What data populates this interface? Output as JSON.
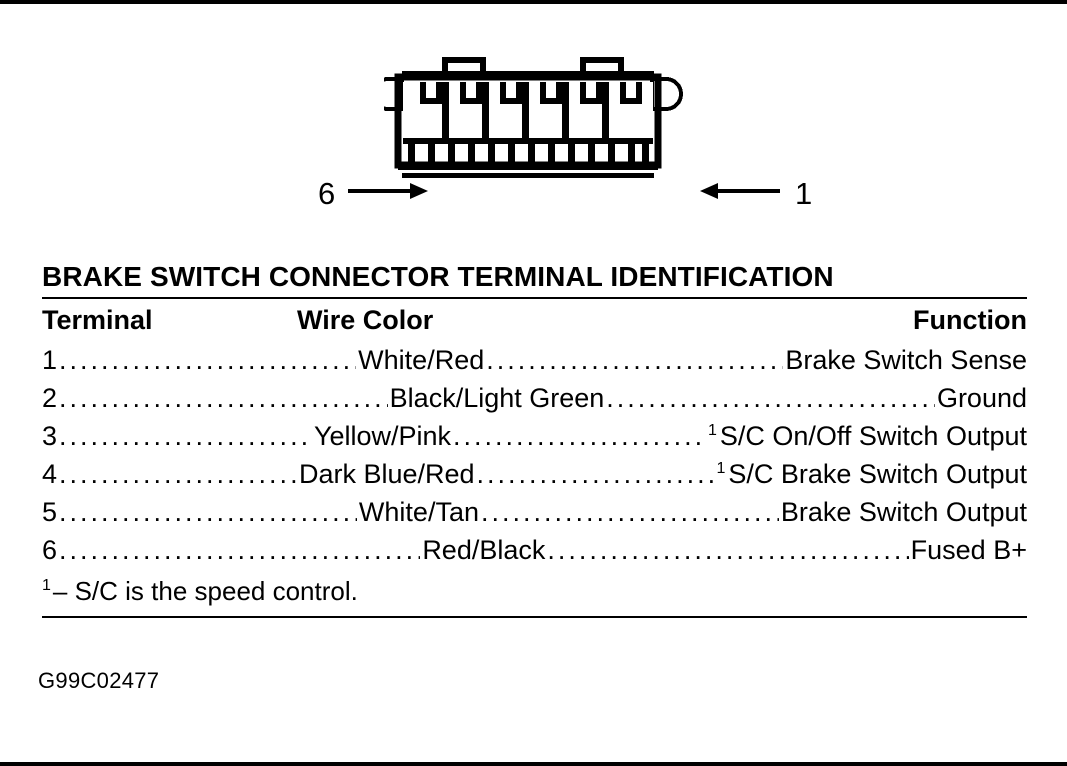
{
  "diagram": {
    "name": "brake-switch-connector",
    "left_callout": "6",
    "right_callout": "1",
    "cavity_count": 6
  },
  "table": {
    "title": "BRAKE SWITCH CONNECTOR TERMINAL IDENTIFICATION",
    "headers": {
      "terminal": "Terminal",
      "wire_color": "Wire Color",
      "function": "Function"
    },
    "rows": [
      {
        "terminal": "1",
        "wire_color": "White/Red",
        "footnote": "",
        "function": "Brake Switch Sense"
      },
      {
        "terminal": "2",
        "wire_color": "Black/Light Green",
        "footnote": "",
        "function": "Ground"
      },
      {
        "terminal": "3",
        "wire_color": "Yellow/Pink",
        "footnote": "1",
        "function": "S/C On/Off Switch Output"
      },
      {
        "terminal": "4",
        "wire_color": "Dark Blue/Red",
        "footnote": "1",
        "function": "S/C Brake Switch Output"
      },
      {
        "terminal": "5",
        "wire_color": "White/Tan",
        "footnote": "",
        "function": "Brake Switch Output"
      },
      {
        "terminal": "6",
        "wire_color": "Red/Black",
        "footnote": "",
        "function": "Fused B+"
      }
    ],
    "footnote_marker": "1",
    "footnote_text": "– S/C is the speed control."
  },
  "caption": "G99C02477",
  "colors": {
    "ink": "#000000",
    "paper": "#ffffff"
  }
}
